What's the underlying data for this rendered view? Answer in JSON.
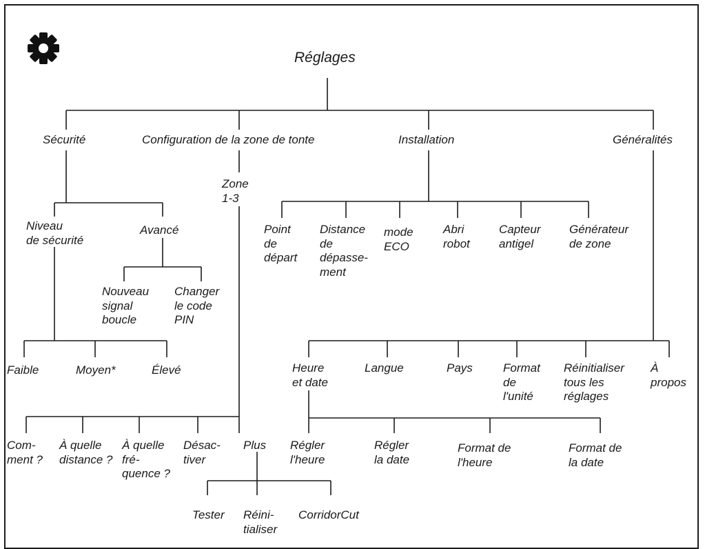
{
  "tree": {
    "root": "Réglages",
    "securite": {
      "label": "Sécurité",
      "niveau": "Niveau\nde sécurité",
      "avance": "Avancé",
      "nouveau_signal": "Nouveau\nsignal\nboucle",
      "changer_pin": "Changer\nle code\nPIN",
      "faible": "Faible",
      "moyen": "Moyen*",
      "eleve": "Élevé"
    },
    "config": {
      "label": "Configuration de la zone de tonte",
      "zone": "Zone\n1-3",
      "comment": "Com-\nment ?",
      "distance": "À quelle\ndistance ?",
      "frequence": "À quelle\nfré-\nquence ?",
      "desactiver": "Désac-\ntiver",
      "plus": "Plus",
      "tester": "Tester",
      "reinitialiser": "Réini-\ntialiser",
      "corridorcut": "CorridorCut"
    },
    "installation": {
      "label": "Installation",
      "point_depart": "Point\nde\ndépart",
      "distance_depassement": "Distance\nde\ndépasse-\nment",
      "mode_eco": "mode\nECO",
      "abri_robot": "Abri\nrobot",
      "capteur_antigel": "Capteur\nantigel",
      "generateur_zone": "Générateur\nde zone"
    },
    "generalites": {
      "label": "Généralités",
      "heure_date": "Heure\net date",
      "langue": "Langue",
      "pays": "Pays",
      "format_unite": "Format\nde\nl'unité",
      "reinitialiser_tous": "Réinitialiser\ntous les\nréglages",
      "a_propos": "À\npropos",
      "regler_heure": "Régler\nl'heure",
      "regler_date": "Régler\nla date",
      "format_heure": "Format de\nl'heure",
      "format_date": "Format de\nla date"
    }
  }
}
